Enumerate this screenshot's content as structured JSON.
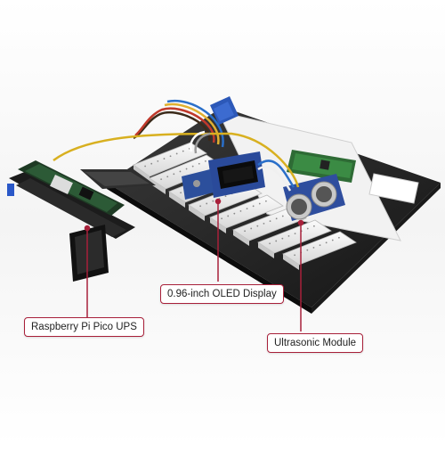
{
  "callouts": {
    "pico_ups": "Raspberry Pi Pico UPS",
    "oled": "0.96-inch OLED Display",
    "ultrasonic": "Ultrasonic Module"
  },
  "colors": {
    "accent": "#a8203a",
    "pcb_green": "#1e3a24",
    "pcb_black": "#1c1c1c",
    "breadboard": "#eeeeee",
    "acrylic": "#2a2a2a",
    "ultrasonic_blue": "#2f4e9e",
    "oled_blue": "#2a4a9a"
  }
}
